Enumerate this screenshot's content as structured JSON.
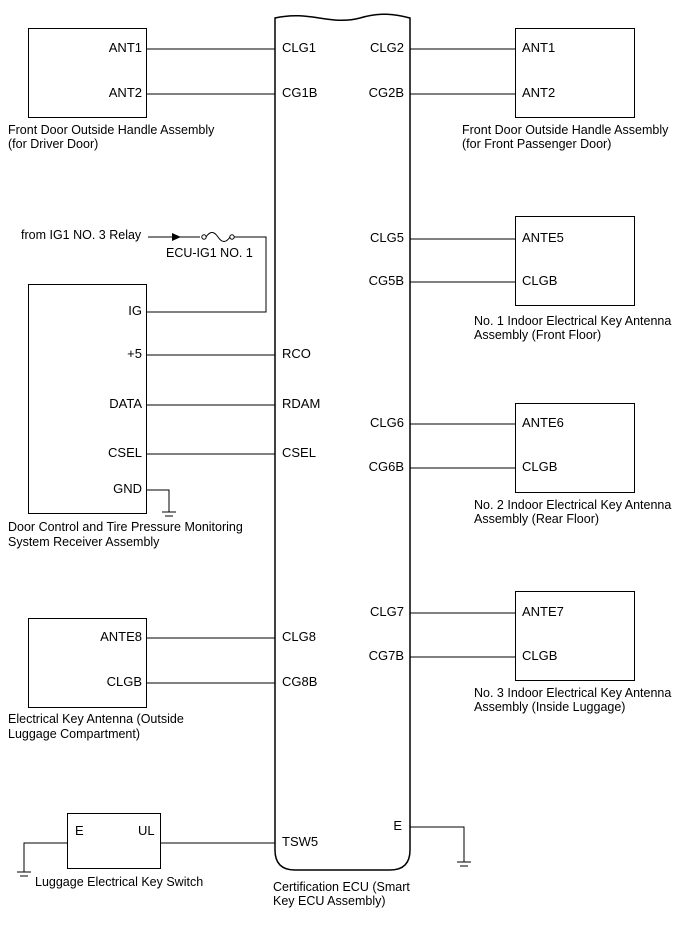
{
  "ecu": {
    "caption_line1": "Certification ECU (Smart",
    "caption_line2": "Key ECU Assembly)",
    "left_pins": [
      "CLG1",
      "CG1B",
      "RCO",
      "RDAM",
      "CSEL",
      "CLG8",
      "CG8B",
      "TSW5"
    ],
    "right_pins": [
      "CLG2",
      "CG2B",
      "CLG5",
      "CG5B",
      "CLG6",
      "CG6B",
      "CLG7",
      "CG7B",
      "E"
    ]
  },
  "driver_handle": {
    "pins": [
      "ANT1",
      "ANT2"
    ],
    "caption_line1": "Front Door Outside Handle Assembly",
    "caption_line2": "(for Driver Door)"
  },
  "passenger_handle": {
    "pins": [
      "ANT1",
      "ANT2"
    ],
    "caption_line1": "Front Door Outside Handle Assembly",
    "caption_line2": "(for Front Passenger Door)"
  },
  "relay": {
    "source_label": "from IG1 NO. 3 Relay",
    "fuse_label": "ECU-IG1 NO. 1"
  },
  "receiver": {
    "pins": [
      "IG",
      "+5",
      "DATA",
      "CSEL",
      "GND"
    ],
    "caption_line1": "Door Control and Tire Pressure Monitoring",
    "caption_line2": "System Receiver Assembly"
  },
  "outside_antenna": {
    "pins": [
      "ANTE8",
      "CLGB"
    ],
    "caption_line1": "Electrical Key Antenna (Outside",
    "caption_line2": "Luggage Compartment)"
  },
  "luggage_switch": {
    "pins": [
      "E",
      "UL"
    ],
    "caption": "Luggage Electrical Key Switch"
  },
  "indoor_antenna_1": {
    "pins": [
      "ANTE5",
      "CLGB"
    ],
    "caption_line1": "No. 1 Indoor Electrical Key Antenna",
    "caption_line2": "Assembly (Front Floor)"
  },
  "indoor_antenna_2": {
    "pins": [
      "ANTE6",
      "CLGB"
    ],
    "caption_line1": "No. 2 Indoor Electrical Key Antenna",
    "caption_line2": "Assembly (Rear Floor)"
  },
  "indoor_antenna_3": {
    "pins": [
      "ANTE7",
      "CLGB"
    ],
    "caption_line1": "No. 3 Indoor Electrical Key Antenna",
    "caption_line2": "Assembly (Inside Luggage)"
  }
}
